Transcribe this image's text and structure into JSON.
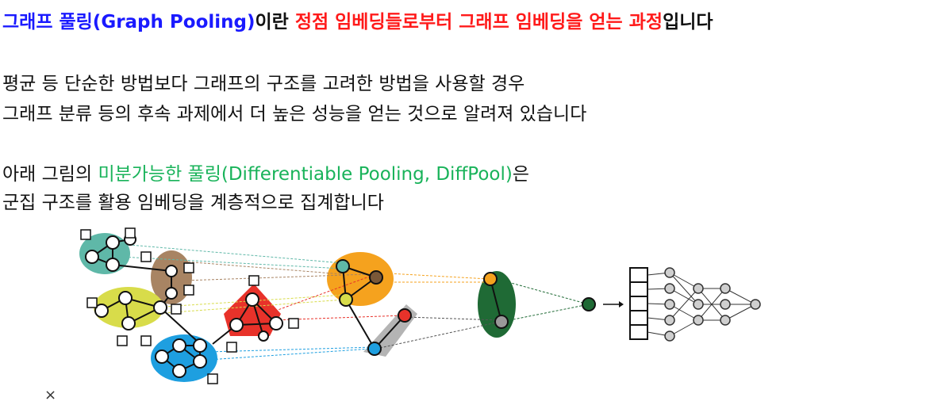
{
  "title": {
    "part1": "그래프 풀링(Graph Pooling)",
    "part2": "이란 ",
    "part3": "정점 임베딩들로부터 그래프 임베딩을 얻는 과정",
    "part4": "입니다"
  },
  "para1": {
    "line1": "평균 등 단순한 방법보다 그래프의 구조를 고려한 방법을 사용할 경우",
    "line2": "그래프 분류 등의 후속 과제에서 더 높은 성능을 얻는 것으로 알려져 있습니다"
  },
  "para2": {
    "prefix": "아래 그림의 ",
    "highlight": "미분가능한 풀링(Differentiable Pooling, DiffPool)",
    "suffix": "은",
    "line2": "군집 구조를 활용 임베딩을 계층적으로 집계합니다"
  },
  "figure": {
    "colors": {
      "teal": "#5fb8a8",
      "brown": "#a88463",
      "lime": "#d8dc4a",
      "red": "#e8322a",
      "blue": "#1e9fe0",
      "orange": "#f5a21e",
      "gray": "#b4b4b4",
      "darkgreen": "#1f6a35"
    }
  },
  "close_icon": "×"
}
